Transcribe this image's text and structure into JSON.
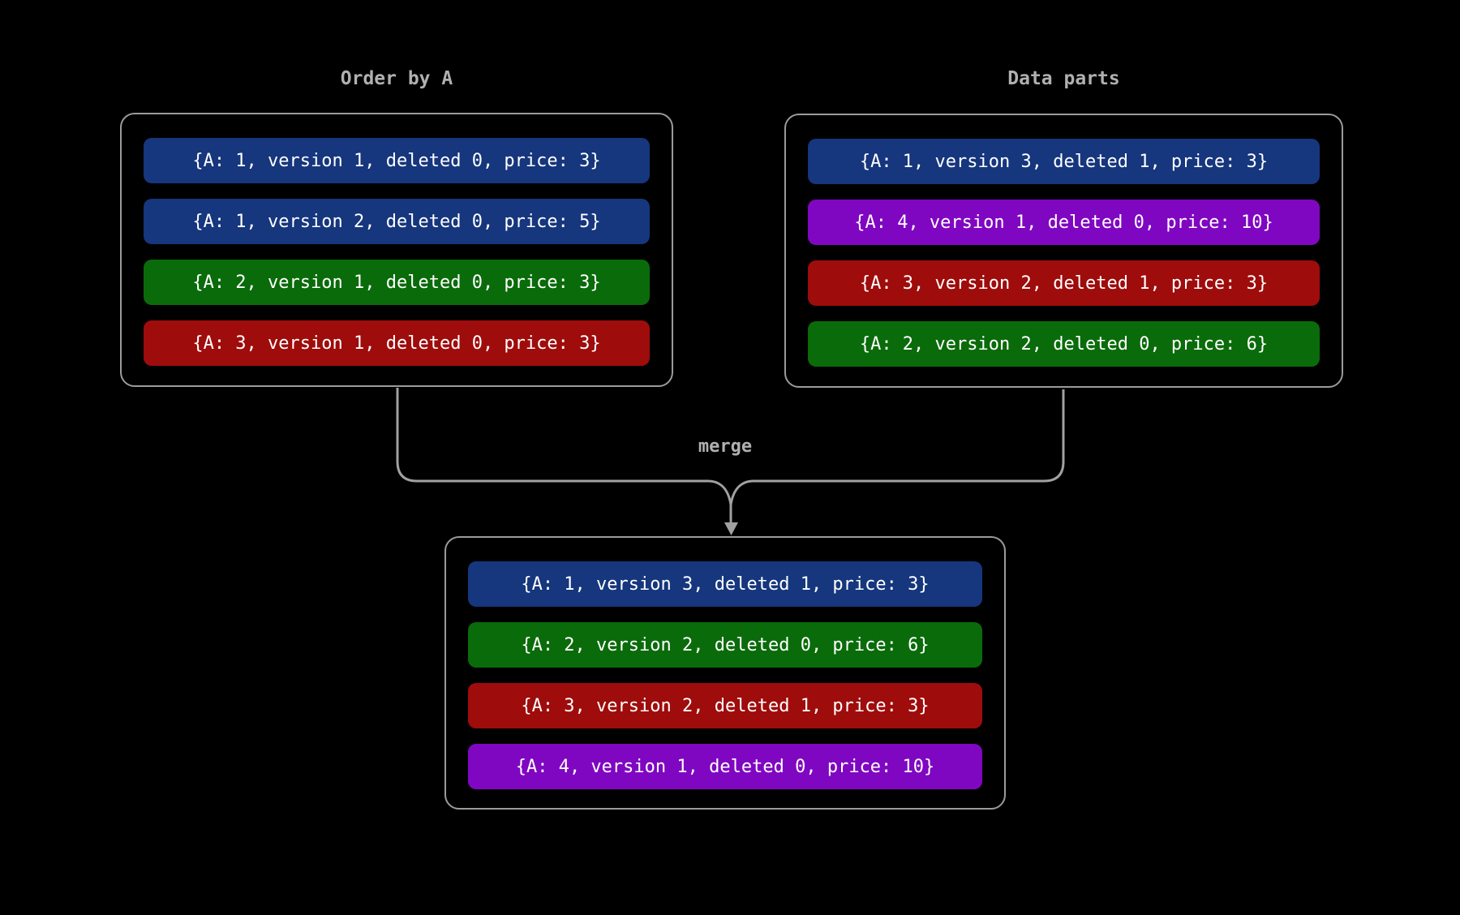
{
  "canvas": {
    "background": "#000000"
  },
  "colors": {
    "blue": "#16367d",
    "green": "#0a6b0a",
    "red": "#9f0c0c",
    "purple": "#8007c1",
    "line": "#a1a1a1",
    "panel_border": "#9b9b9b",
    "title_text": "#b0b0b0",
    "row_text": "#ffffff"
  },
  "left_panel": {
    "title": "Order by A",
    "rows": [
      {
        "text": "{A: 1, version 1, deleted 0, price: 3}",
        "color": "blue"
      },
      {
        "text": "{A: 1, version 2, deleted 0, price: 5}",
        "color": "blue"
      },
      {
        "text": "{A: 2, version 1, deleted 0, price: 3}",
        "color": "green"
      },
      {
        "text": "{A: 3, version 1, deleted 0, price: 3}",
        "color": "red"
      }
    ]
  },
  "right_panel": {
    "title": "Data parts",
    "rows": [
      {
        "text": "{A: 1, version 3, deleted 1, price: 3}",
        "color": "blue"
      },
      {
        "text": "{A: 4, version 1, deleted 0, price: 10}",
        "color": "purple"
      },
      {
        "text": "{A: 3, version 2, deleted 1, price: 3}",
        "color": "red"
      },
      {
        "text": "{A: 2, version 2, deleted 0, price: 6}",
        "color": "green"
      }
    ]
  },
  "merge": {
    "label": "merge"
  },
  "bottom_panel": {
    "rows": [
      {
        "text": "{A: 1, version 3, deleted 1, price: 3}",
        "color": "blue"
      },
      {
        "text": "{A: 2, version 2, deleted 0, price: 6}",
        "color": "green"
      },
      {
        "text": "{A: 3, version 2, deleted 1, price: 3}",
        "color": "red"
      },
      {
        "text": "{A: 4, version 1, deleted 0, price: 10}",
        "color": "purple"
      }
    ]
  }
}
